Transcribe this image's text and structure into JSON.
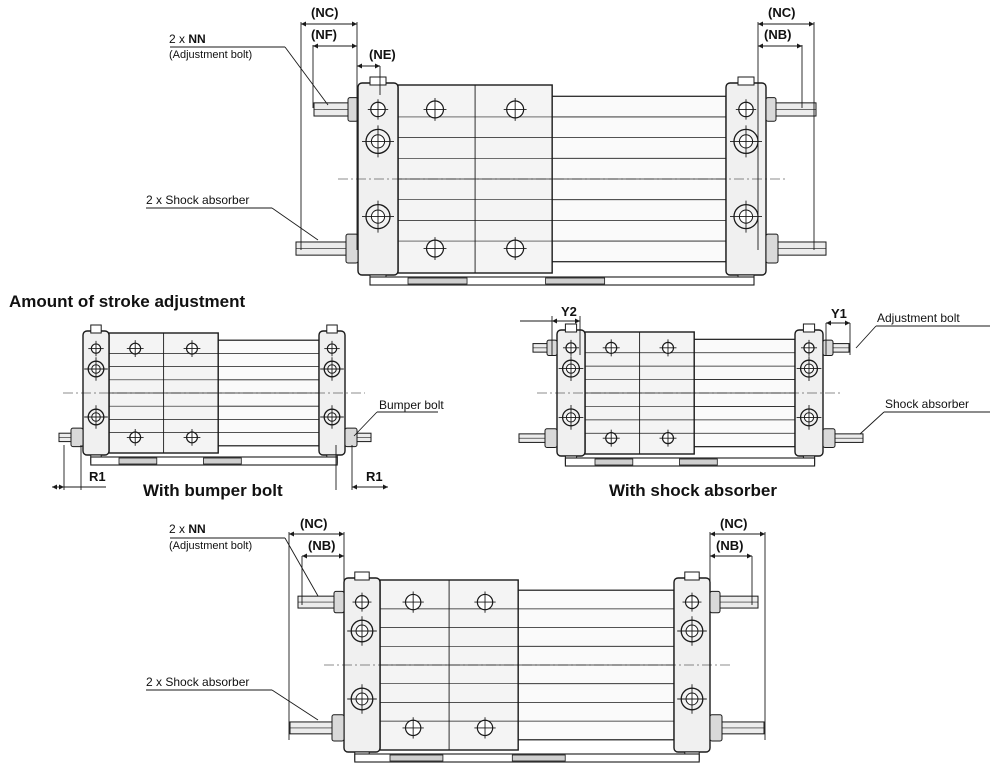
{
  "dims": {
    "nc": "(NC)",
    "nf": "(NF)",
    "ne": "(NE)",
    "nb": "(NB)",
    "r1": "R1",
    "y1": "Y1",
    "y2": "Y2"
  },
  "labels": {
    "nn_count": "2 x ",
    "nn_name": "NN",
    "adjustment_bolt_paren": "(Adjustment bolt)",
    "shock_absorber_2x": "2 x Shock absorber",
    "bumper_bolt": "Bumper bolt",
    "adjustment_bolt": "Adjustment bolt",
    "shock_absorber": "Shock absorber"
  },
  "titles": {
    "stroke_adjustment": "Amount of stroke adjustment",
    "with_bumper_bolt": "With bumper bolt",
    "with_shock_absorber": "With shock absorber"
  }
}
